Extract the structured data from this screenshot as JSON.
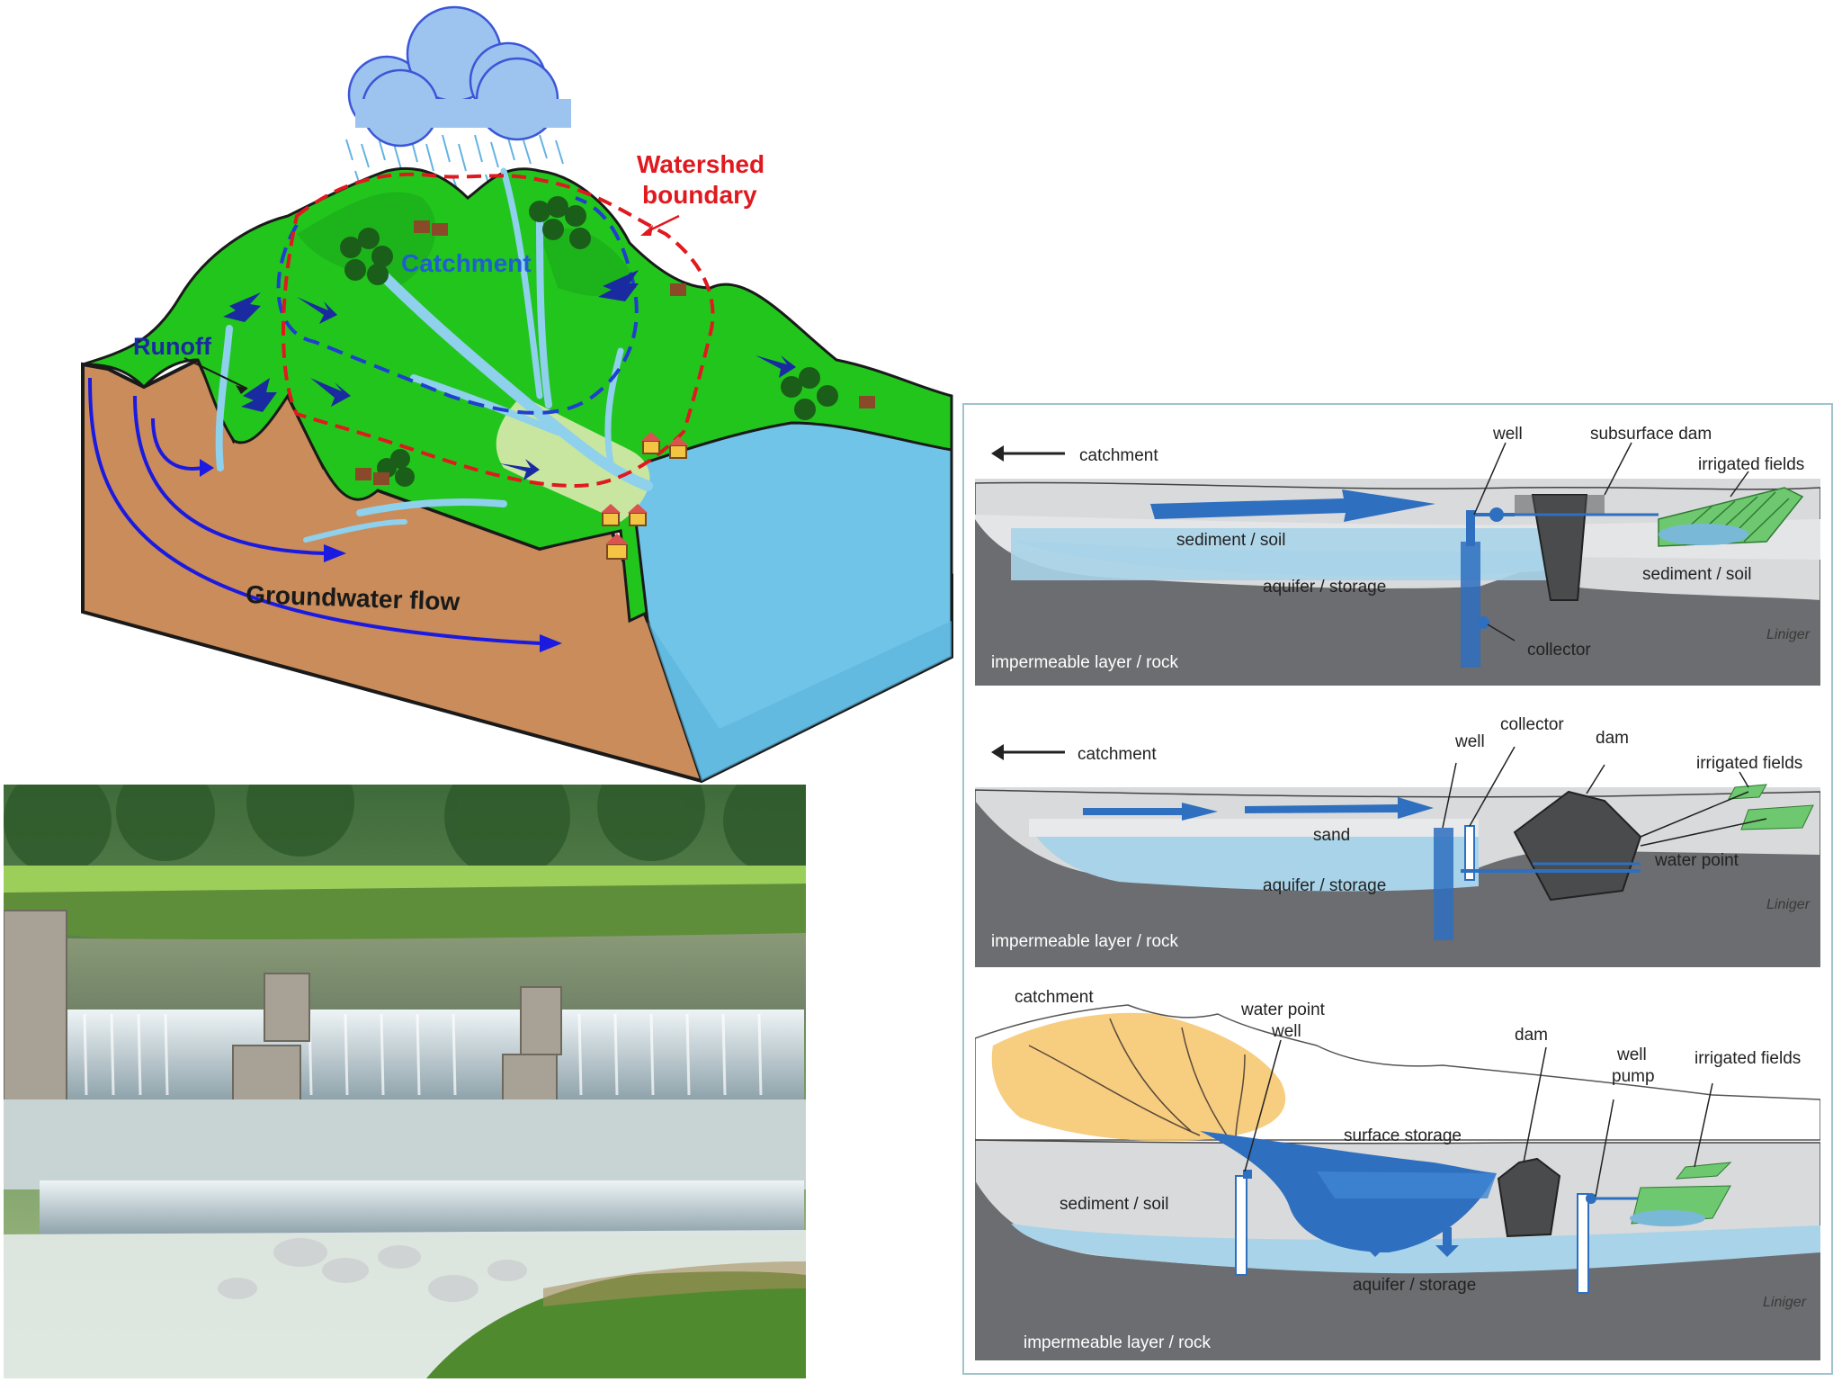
{
  "watershed": {
    "watershed_boundary_line1": "Watershed",
    "watershed_boundary_line2": "boundary",
    "catchment": "Catchment",
    "runoff": "Runoff",
    "groundwater_flow": "Groundwater flow"
  },
  "sections": {
    "top": {
      "catchment": "catchment",
      "well": "well",
      "subsurface_dam": "subsurface dam",
      "irrigated_fields": "irrigated fields",
      "sediment_soil_left": "sediment / soil",
      "sediment_soil_right": "sediment / soil",
      "aquifer": "aquifer / storage",
      "collector": "collector",
      "impermeable": "impermeable layer / rock",
      "signature": "Liniger"
    },
    "middle": {
      "catchment": "catchment",
      "well": "well",
      "collector": "collector",
      "dam": "dam",
      "irrigated_fields": "irrigated fields",
      "sand": "sand",
      "water_point": "water point",
      "aquifer": "aquifer / storage",
      "impermeable": "impermeable layer / rock",
      "signature": "Liniger"
    },
    "bottom": {
      "catchment": "catchment",
      "water_point": "water point",
      "well": "well",
      "dam": "dam",
      "well_pump_line1": "well",
      "well_pump_line2": "pump",
      "irrigated_fields": "irrigated fields",
      "surface_storage": "surface storage",
      "sediment_soil": "sediment / soil",
      "aquifer": "aquifer / storage",
      "impermeable": "impermeable layer / rock",
      "signature": "Liniger"
    }
  },
  "colors": {
    "hill_green": "#22c51c",
    "soil_brown": "#c98c5a",
    "lake_blue": "#6fc4e8",
    "rock_gray": "#6b6d70",
    "aquifer_blue": "#a9d3e8",
    "flow_blue": "#2e6fc0",
    "boundary_red": "#e0191f"
  }
}
